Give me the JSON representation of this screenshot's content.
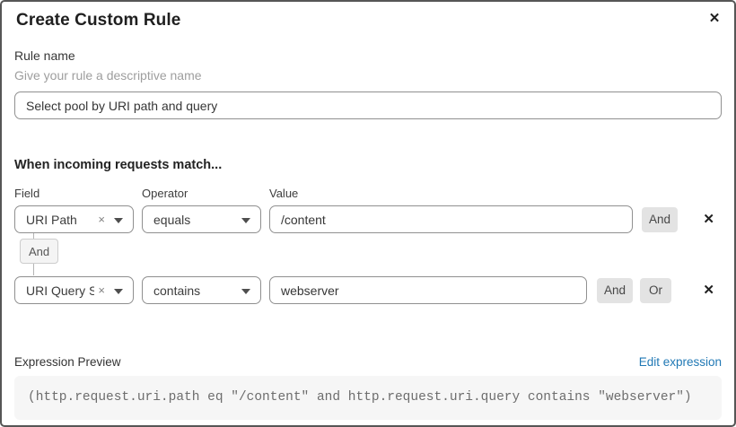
{
  "dialog": {
    "title": "Create Custom Rule",
    "close_icon": "✕"
  },
  "rule_name": {
    "label": "Rule name",
    "hint": "Give your rule a descriptive name",
    "value": "Select pool by URI path and query"
  },
  "match": {
    "heading": "When incoming requests match...",
    "columns": {
      "field": "Field",
      "operator": "Operator",
      "value": "Value"
    },
    "rows": [
      {
        "field": "URI Path",
        "operator": "equals",
        "value": "/content"
      },
      {
        "field": "URI Query St...",
        "operator": "contains",
        "value": "webserver"
      }
    ],
    "connector_label": "And",
    "and_label": "And",
    "or_label": "Or",
    "clear_icon": "×",
    "remove_icon": "✕"
  },
  "expression": {
    "label": "Expression Preview",
    "edit_link": "Edit expression",
    "code": "(http.request.uri.path eq \"/content\" and http.request.uri.query contains \"webserver\")"
  },
  "colors": {
    "accent_link": "#2179b5",
    "button_bg": "#e3e3e3",
    "code_bg": "#f6f6f6",
    "border": "#8f8f8f"
  }
}
